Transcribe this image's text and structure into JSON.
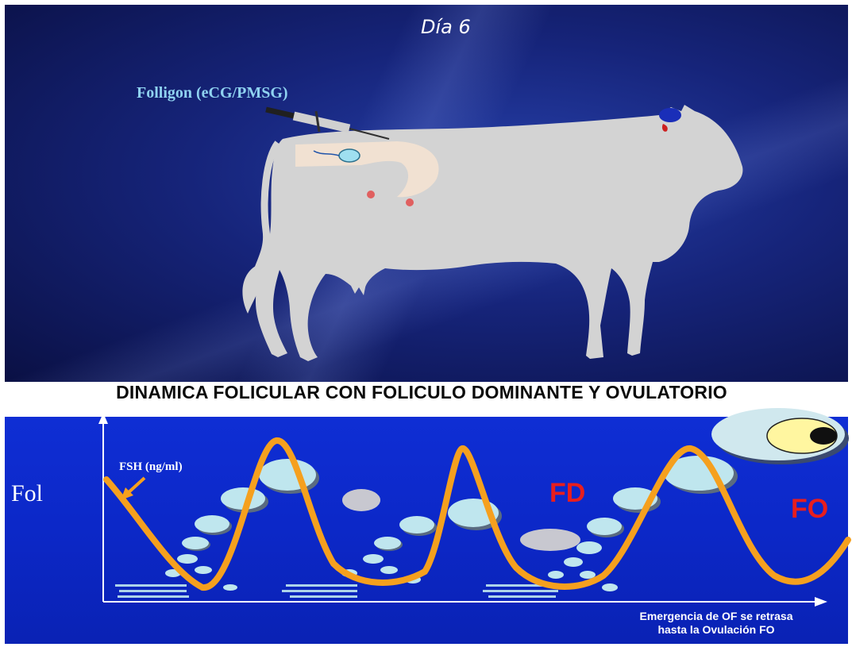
{
  "slide": {
    "day_label": "Día 6",
    "drug_label": "Folligon (eCG/PMSG)",
    "main_title": "DINAMICA FOLICULAR CON FOLICULO DOMINANTE  Y OVULATORIO",
    "y_axis_label": "Fol",
    "fsh_label": "FSH (ng/ml)",
    "fd_label": "FD",
    "fo_label": "FO",
    "footnote_line1": "Emergencia de OF se retrasa",
    "footnote_line2": "hasta la Ovulación FO"
  },
  "colors": {
    "fsh_curve": "#f5a01e",
    "follicle_fill": "#bfe6ee",
    "label_red": "#e81e1e",
    "background_blue": "#0c28c8"
  }
}
